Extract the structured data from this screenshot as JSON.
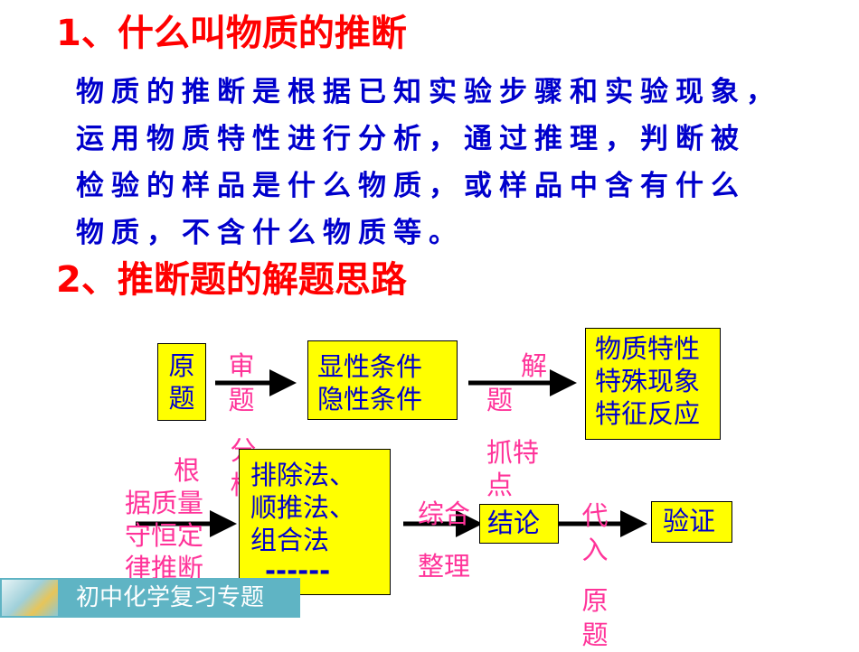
{
  "heading1": "1、什么叫物质的推断",
  "paragraph_lines": [
    "物质的推断是根据已知实验步骤和实验现象，",
    "运用物质特性进行分析，通过推理，判断被",
    "检验的样品是什么物质，或样品中含有什么",
    "物质，不含什么物质等。"
  ],
  "heading2": "2、推断题的解题思路",
  "flow": {
    "box_yuanti": "原题",
    "label_shenti": "审题",
    "box_conditions": [
      "显性条件",
      "隐性条件"
    ],
    "label_jieti": "解题",
    "box_features": [
      "物质特性",
      "特殊现象",
      "特征反应"
    ],
    "label_fenxi": "分析",
    "label_zhuate": [
      "抓特",
      "点"
    ],
    "label_mass": [
      "根",
      "据质量",
      "守恒定",
      "律推断"
    ],
    "box_methods": [
      "排除法、",
      "顺推法、",
      "组合法",
      "------"
    ],
    "label_zonghe": "综合",
    "label_zhengli": "整理",
    "box_conclusion": "结论",
    "label_dairu": "代入",
    "label_yuanti2": "原题",
    "box_verify": "验证"
  },
  "footer_text": "初中化学复习专题",
  "colors": {
    "heading": "#ff0000",
    "paragraph": "#0000cc",
    "box_fill": "#ffff00",
    "labels": "#ff3399",
    "footer": "#5fb4c4"
  }
}
